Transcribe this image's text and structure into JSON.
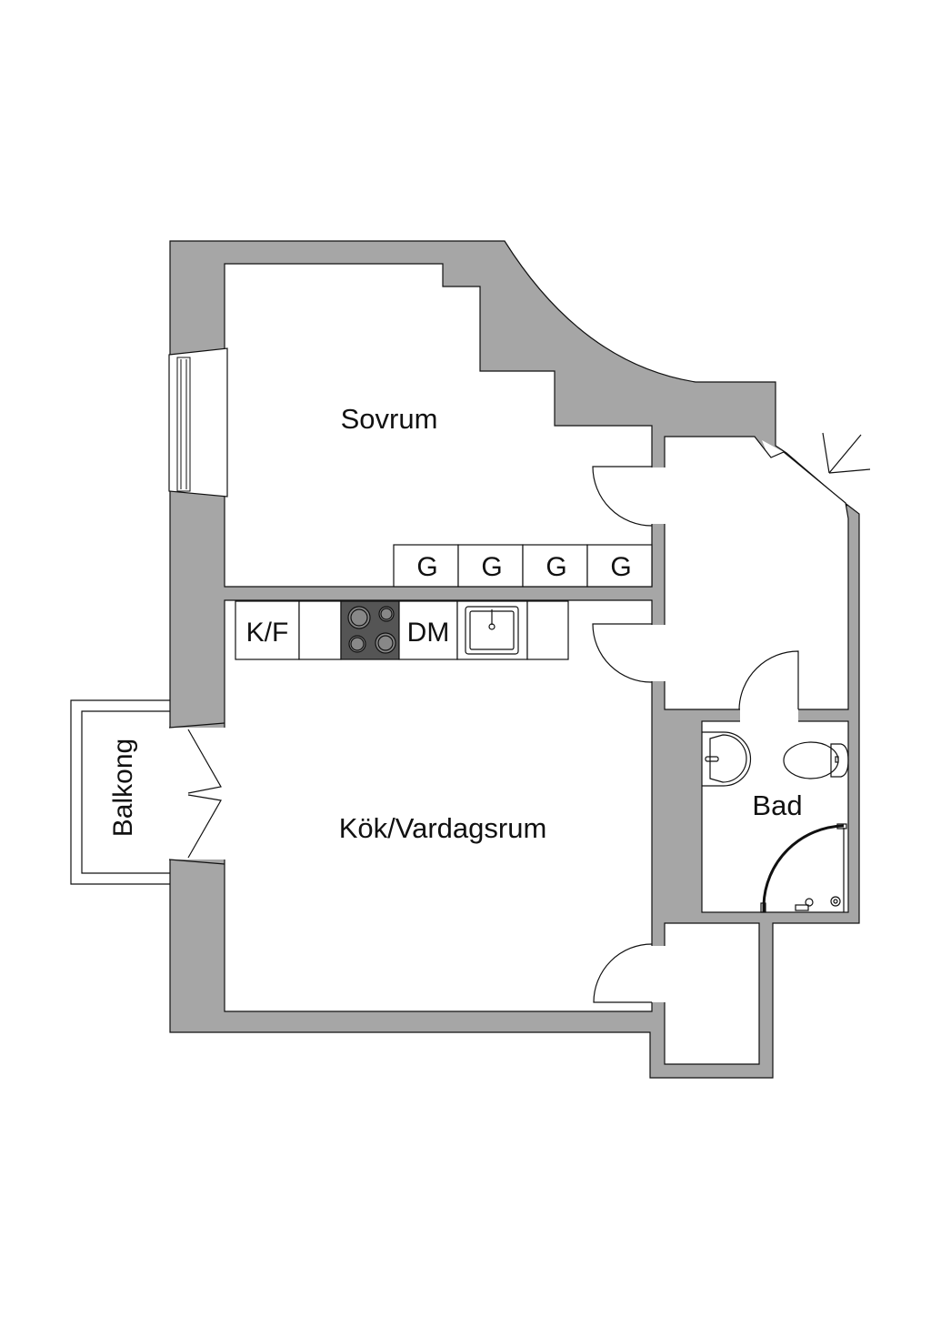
{
  "rooms": {
    "sovrum": "Sovrum",
    "kok_vardagsrum": "Kök/Vardagsrum",
    "bad": "Bad",
    "balkong": "Balkong"
  },
  "wardrobes": [
    "G",
    "G",
    "G",
    "G"
  ],
  "kitchen": {
    "fridge_freezer": "K/F",
    "dishwasher": "DM"
  },
  "colors": {
    "wall": "#a6a6a6",
    "stove": "#555555",
    "line": "#111111"
  }
}
